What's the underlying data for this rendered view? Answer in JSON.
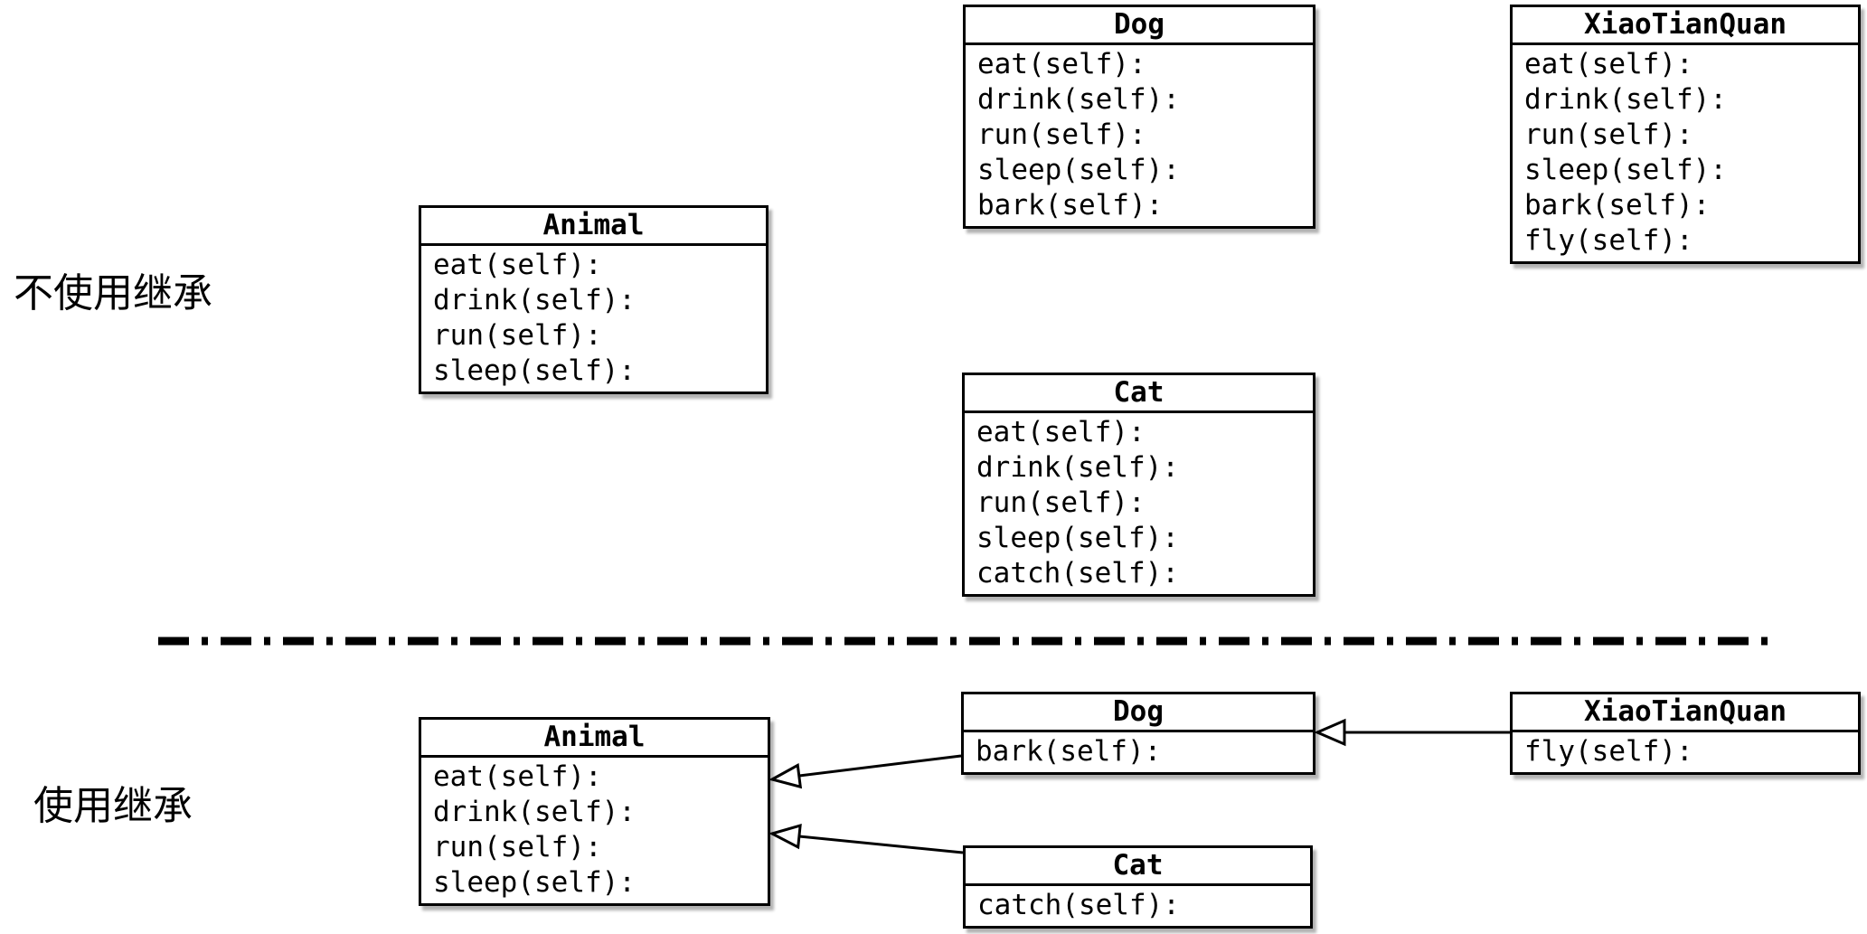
{
  "diagram": {
    "topic": "Python class inheritance comparison",
    "sections": {
      "top": {
        "label": "不使用继承",
        "animal": {
          "title": "Animal",
          "methods": [
            "eat(self):",
            "drink(self):",
            "run(self):",
            "sleep(self):"
          ]
        },
        "dog": {
          "title": "Dog",
          "methods": [
            "eat(self):",
            "drink(self):",
            "run(self):",
            "sleep(self):",
            "bark(self):"
          ]
        },
        "xiaotianquan": {
          "title": "XiaoTianQuan",
          "methods": [
            "eat(self):",
            "drink(self):",
            "run(self):",
            "sleep(self):",
            "bark(self):",
            "fly(self):"
          ]
        },
        "cat": {
          "title": "Cat",
          "methods": [
            "eat(self):",
            "drink(self):",
            "run(self):",
            "sleep(self):",
            "catch(self):"
          ]
        }
      },
      "bottom": {
        "label": "使用继承",
        "animal": {
          "title": "Animal",
          "methods": [
            "eat(self):",
            "drink(self):",
            "run(self):",
            "sleep(self):"
          ]
        },
        "dog": {
          "title": "Dog",
          "methods": [
            "bark(self):"
          ]
        },
        "xiaotianquan": {
          "title": "XiaoTianQuan",
          "methods": [
            "fly(self):"
          ]
        },
        "cat": {
          "title": "Cat",
          "methods": [
            "catch(self):"
          ]
        }
      }
    },
    "relations": [
      {
        "from": "Dog",
        "to": "Animal",
        "type": "inheritance"
      },
      {
        "from": "Cat",
        "to": "Animal",
        "type": "inheritance"
      },
      {
        "from": "XiaoTianQuan",
        "to": "Dog",
        "type": "inheritance"
      }
    ],
    "divider": {
      "style": "dash-dot"
    },
    "colors": {
      "ink": "#000000",
      "background": "#ffffff"
    }
  }
}
